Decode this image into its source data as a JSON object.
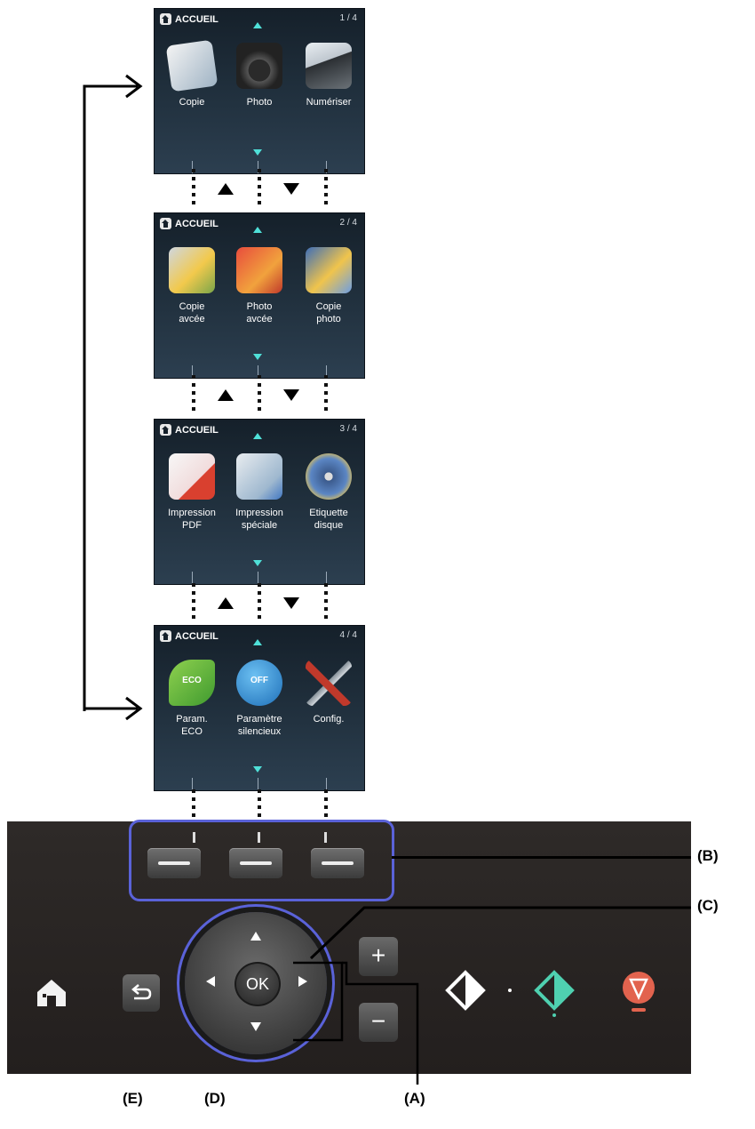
{
  "screens": [
    {
      "header": "ACCUEIL",
      "page": "1 / 4",
      "items": [
        {
          "label": "Copie",
          "icon": "copy-document-icon"
        },
        {
          "label": "Photo",
          "icon": "camera-photo-icon"
        },
        {
          "label": "Numériser",
          "icon": "scanner-icon"
        }
      ]
    },
    {
      "header": "ACCUEIL",
      "page": "2 / 4",
      "items": [
        {
          "label": "Copie\navcée",
          "icon": "advanced-copy-icon"
        },
        {
          "label": "Photo\navcée",
          "icon": "advanced-photo-icon"
        },
        {
          "label": "Copie\nphoto",
          "icon": "photo-copy-icon"
        }
      ]
    },
    {
      "header": "ACCUEIL",
      "page": "3 / 4",
      "items": [
        {
          "label": "Impression\nPDF",
          "icon": "pdf-print-icon"
        },
        {
          "label": "Impression\nspéciale",
          "icon": "special-print-icon"
        },
        {
          "label": "Etiquette\ndisque",
          "icon": "disc-label-icon"
        }
      ]
    },
    {
      "header": "ACCUEIL",
      "page": "4 / 4",
      "items": [
        {
          "label": "Param.\nECO",
          "icon": "eco-leaf-icon",
          "badge": "ECO"
        },
        {
          "label": "Paramètre\nsilencieux",
          "icon": "quiet-mode-icon",
          "badge": "OFF"
        },
        {
          "label": "Config.",
          "icon": "tools-icon"
        }
      ]
    }
  ],
  "panel": {
    "ok_label": "OK",
    "plus_label": "+",
    "minus_label": "−",
    "start_black_color": "#ffffff",
    "start_color_color": "#4fd0b0",
    "stop_color": "#e2634e"
  },
  "callouts": {
    "B": "(B)",
    "C": "(C)",
    "A": "(A)",
    "D": "(D)",
    "E": "(E)"
  }
}
